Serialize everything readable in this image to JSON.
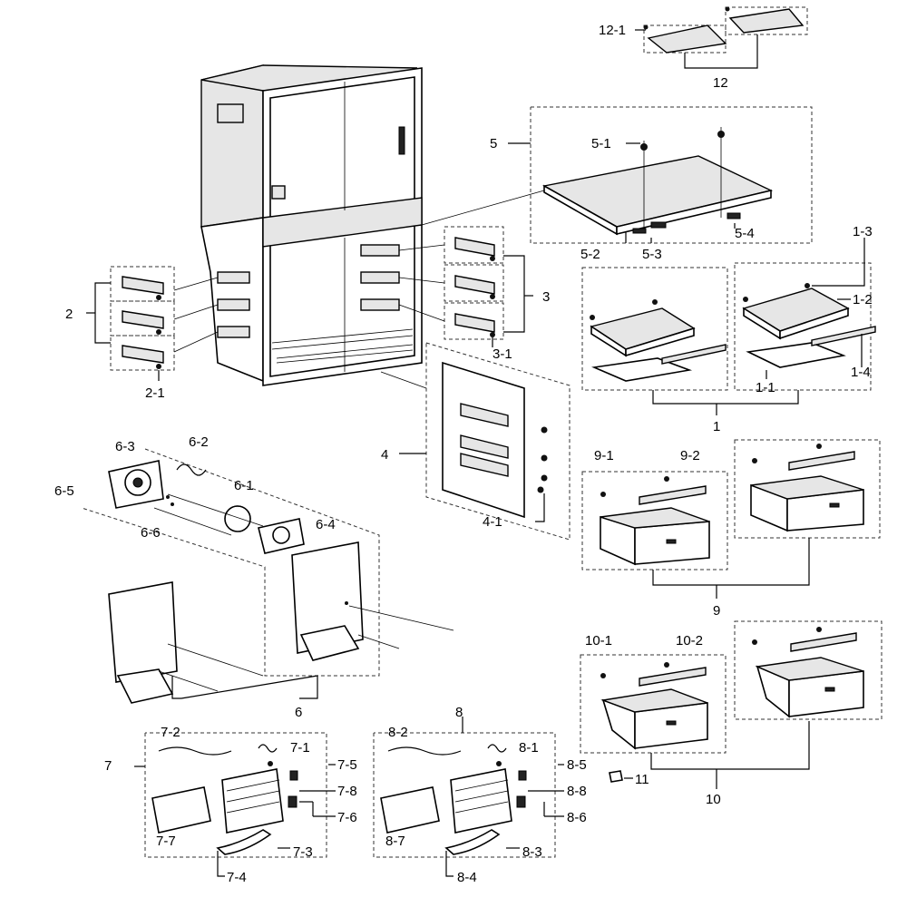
{
  "labels": {
    "l1": "1",
    "l1_1": "1-1",
    "l1_2": "1-2",
    "l1_3": "1-3",
    "l1_4": "1-4",
    "l2": "2",
    "l2_1": "2-1",
    "l3": "3",
    "l3_1": "3-1",
    "l4": "4",
    "l4_1": "4-1",
    "l5": "5",
    "l5_1": "5-1",
    "l5_2": "5-2",
    "l5_3": "5-3",
    "l5_4": "5-4",
    "l6": "6",
    "l6_1": "6-1",
    "l6_2": "6-2",
    "l6_3": "6-3",
    "l6_4": "6-4",
    "l6_5": "6-5",
    "l6_6": "6-6",
    "l7": "7",
    "l7_1": "7-1",
    "l7_2": "7-2",
    "l7_3": "7-3",
    "l7_4": "7-4",
    "l7_5": "7-5",
    "l7_6": "7-6",
    "l7_7": "7-7",
    "l7_8": "7-8",
    "l8": "8",
    "l8_1": "8-1",
    "l8_2": "8-2",
    "l8_3": "8-3",
    "l8_4": "8-4",
    "l8_5": "8-5",
    "l8_6": "8-6",
    "l8_7": "8-7",
    "l8_8": "8-8",
    "l9": "9",
    "l9_1": "9-1",
    "l9_2": "9-2",
    "l10": "10",
    "l10_1": "10-1",
    "l10_2": "10-2",
    "l11": "11",
    "l12": "12",
    "l12_1": "12-1"
  }
}
